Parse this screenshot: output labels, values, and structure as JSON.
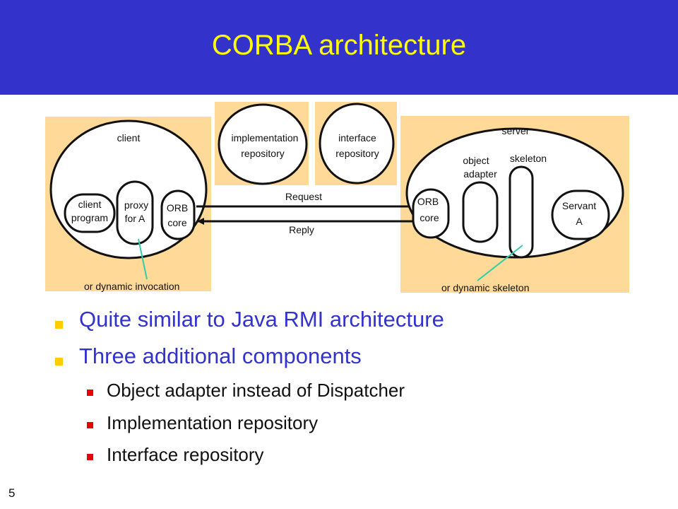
{
  "slide": {
    "title": "CORBA architecture",
    "number": "5"
  },
  "colors": {
    "header": "#3333cc",
    "title": "#ffff00",
    "panel": "#ffd998",
    "bullet1_text": "#3333cc",
    "bullet1_marker": "#ffcc00",
    "bullet2_marker": "#e60000",
    "pointer_line": "#33ccaa"
  },
  "diagram": {
    "client_label": "client",
    "client_program": [
      "client",
      "program"
    ],
    "proxy": [
      "proxy",
      "for A"
    ],
    "client_orb": [
      "ORB",
      "core"
    ],
    "implementation_repository": [
      "implementation",
      "repository"
    ],
    "interface_repository": [
      "interface",
      "repository"
    ],
    "request": "Request",
    "reply": "Reply",
    "server_label": "server",
    "object_adapter": [
      "object",
      "adapter"
    ],
    "skeleton": "skeleton",
    "server_orb": [
      "ORB",
      "core"
    ],
    "servant": [
      "Servant",
      "A"
    ],
    "dynamic_invocation": "or dynamic invocation",
    "dynamic_skeleton": "or dynamic skeleton"
  },
  "bullets": [
    {
      "text": "Quite similar to Java RMI architecture",
      "sub": []
    },
    {
      "text": "Three additional components",
      "sub": [
        "Object adapter instead of Dispatcher",
        "Implementation repository",
        "Interface repository"
      ]
    }
  ]
}
